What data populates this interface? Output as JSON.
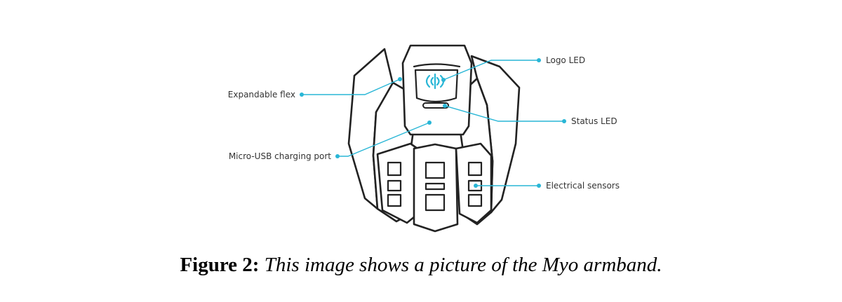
{
  "figure": {
    "callouts": {
      "logo_led": "Logo LED",
      "expandable_flex": "Expandable flex",
      "status_led": "Status LED",
      "micro_usb": "Micro-USB charging port",
      "electrical_sensors": "Electrical sensors"
    },
    "icons": {
      "logo": "myo-logo-icon",
      "status_led": "status-led-bar"
    },
    "colors": {
      "callout_accent": "#29b6d6",
      "outline": "#222222",
      "label_text": "#333333"
    }
  },
  "caption": {
    "prefix": "Figure 2:",
    "text": "This image shows a picture of the Myo armband."
  }
}
